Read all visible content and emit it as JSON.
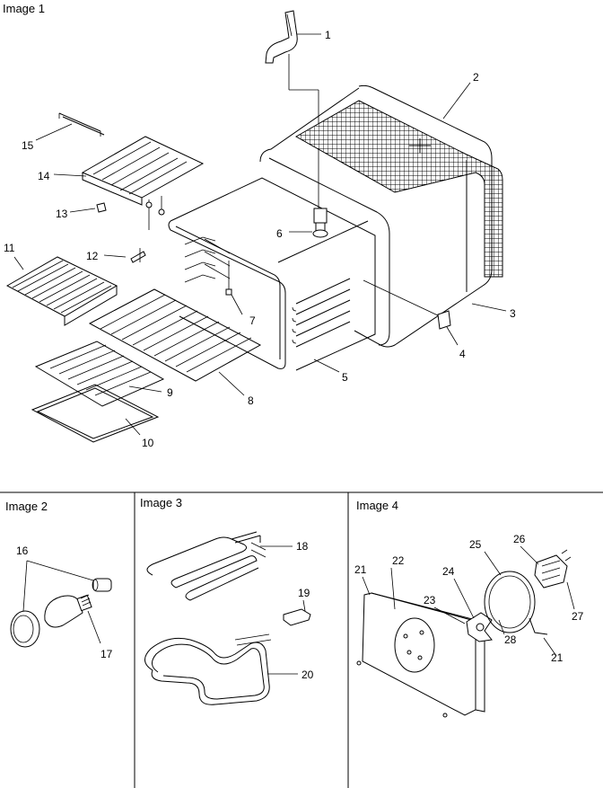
{
  "panels": {
    "image1": {
      "title": "Image 1"
    },
    "image2": {
      "title": "Image 2"
    },
    "image3": {
      "title": "Image 3"
    },
    "image4": {
      "title": "Image 4"
    }
  },
  "callouts": {
    "c1": "1",
    "c2": "2",
    "c3": "3",
    "c4": "4",
    "c5": "5",
    "c6": "6",
    "c7": "7",
    "c8": "8",
    "c9": "9",
    "c10": "10",
    "c11": "11",
    "c12": "12",
    "c13": "13",
    "c14": "14",
    "c15": "15",
    "c16": "16",
    "c17": "17",
    "c18": "18",
    "c19": "19",
    "c20": "20",
    "c21a": "21",
    "c21b": "21",
    "c22": "22",
    "c23": "23",
    "c24": "24",
    "c25": "25",
    "c26": "26",
    "c27": "27",
    "c28": "28"
  }
}
